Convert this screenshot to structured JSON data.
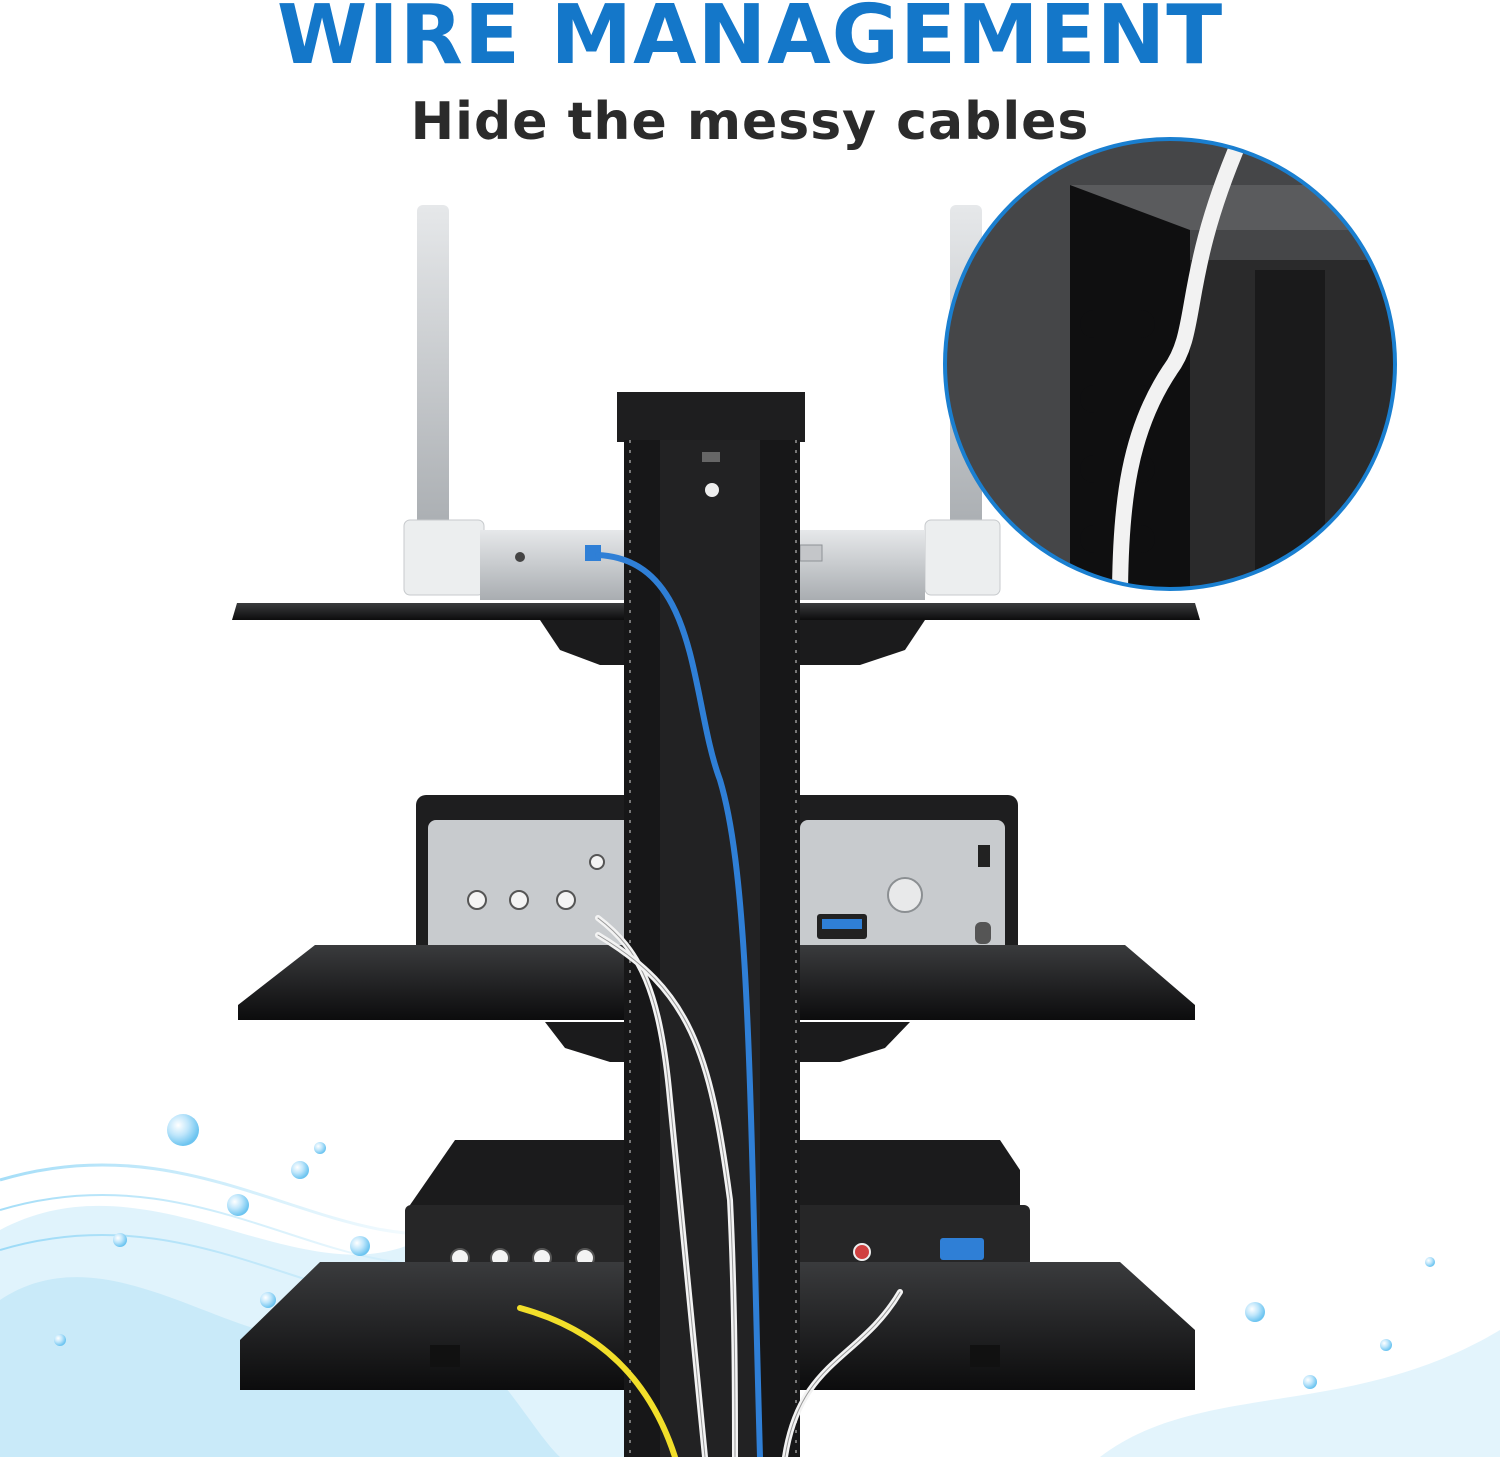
{
  "header": {
    "title": "WIRE MANAGEMENT",
    "subtitle": "Hide the messy cables"
  },
  "colors": {
    "title": "#1477c9",
    "subtitle": "#2b2b2b",
    "accent_ring": "#1a7fd0",
    "ethernet_cable": "#2f7fd6",
    "yellow_cable": "#f2df2a"
  },
  "illustration": {
    "subject": "media-stand-with-shelves",
    "inset": "cable-clip-closeup"
  }
}
